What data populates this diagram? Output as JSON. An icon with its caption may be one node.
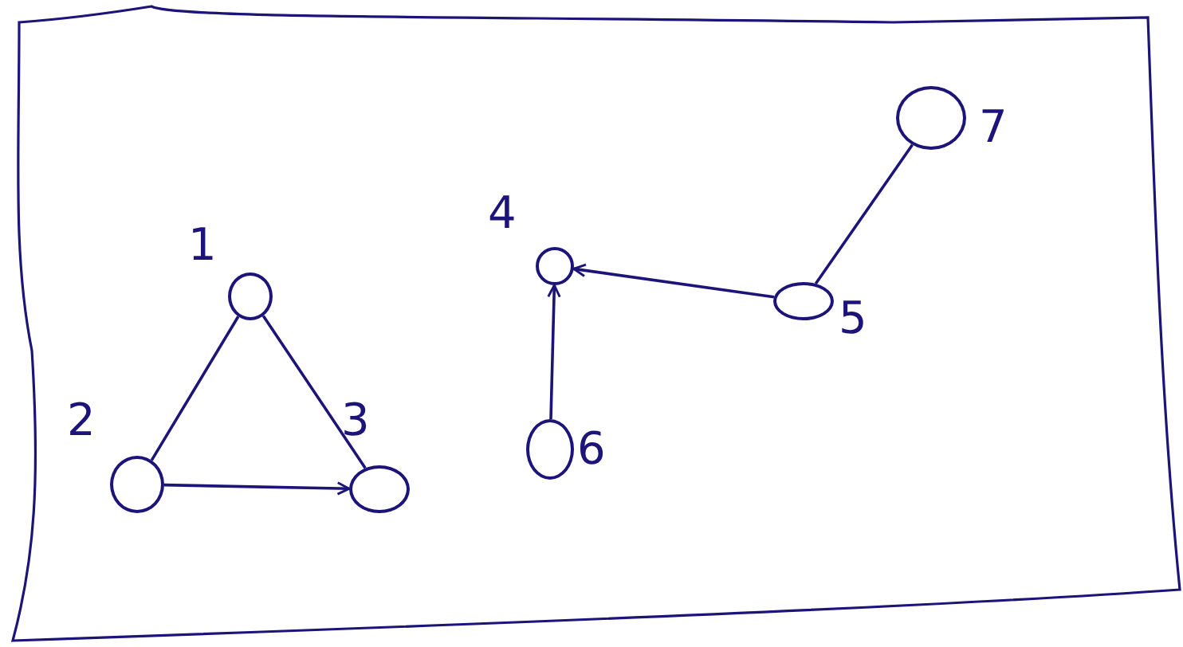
{
  "diagram": {
    "nodes": [
      {
        "text": [],
        "shape": "circle",
        "beside": [
          "1"
        ]
      },
      {
        "text": [],
        "shape": "circle",
        "beside": [
          "2"
        ]
      },
      {
        "text": [],
        "shape": "circle",
        "beside": [
          "3"
        ]
      },
      {
        "text": [],
        "shape": "circle",
        "beside": [
          "4"
        ]
      },
      {
        "text": [],
        "shape": "circle",
        "beside": [
          "5"
        ]
      },
      {
        "text": [],
        "shape": "circle",
        "beside": [
          "6"
        ]
      },
      {
        "text": [],
        "shape": "circle",
        "beside": [
          "7"
        ]
      }
    ],
    "edges": [
      {
        "from": 0,
        "to": 1,
        "arrow": "none"
      },
      {
        "from": 0,
        "to": 2,
        "arrow": "none"
      },
      {
        "from": 1,
        "to": 2,
        "arrow": "to"
      },
      {
        "from": 4,
        "to": 3,
        "arrow": "to"
      },
      {
        "from": 5,
        "to": 3,
        "arrow": "to"
      },
      {
        "from": 6,
        "to": 4,
        "arrow": "none"
      }
    ]
  }
}
